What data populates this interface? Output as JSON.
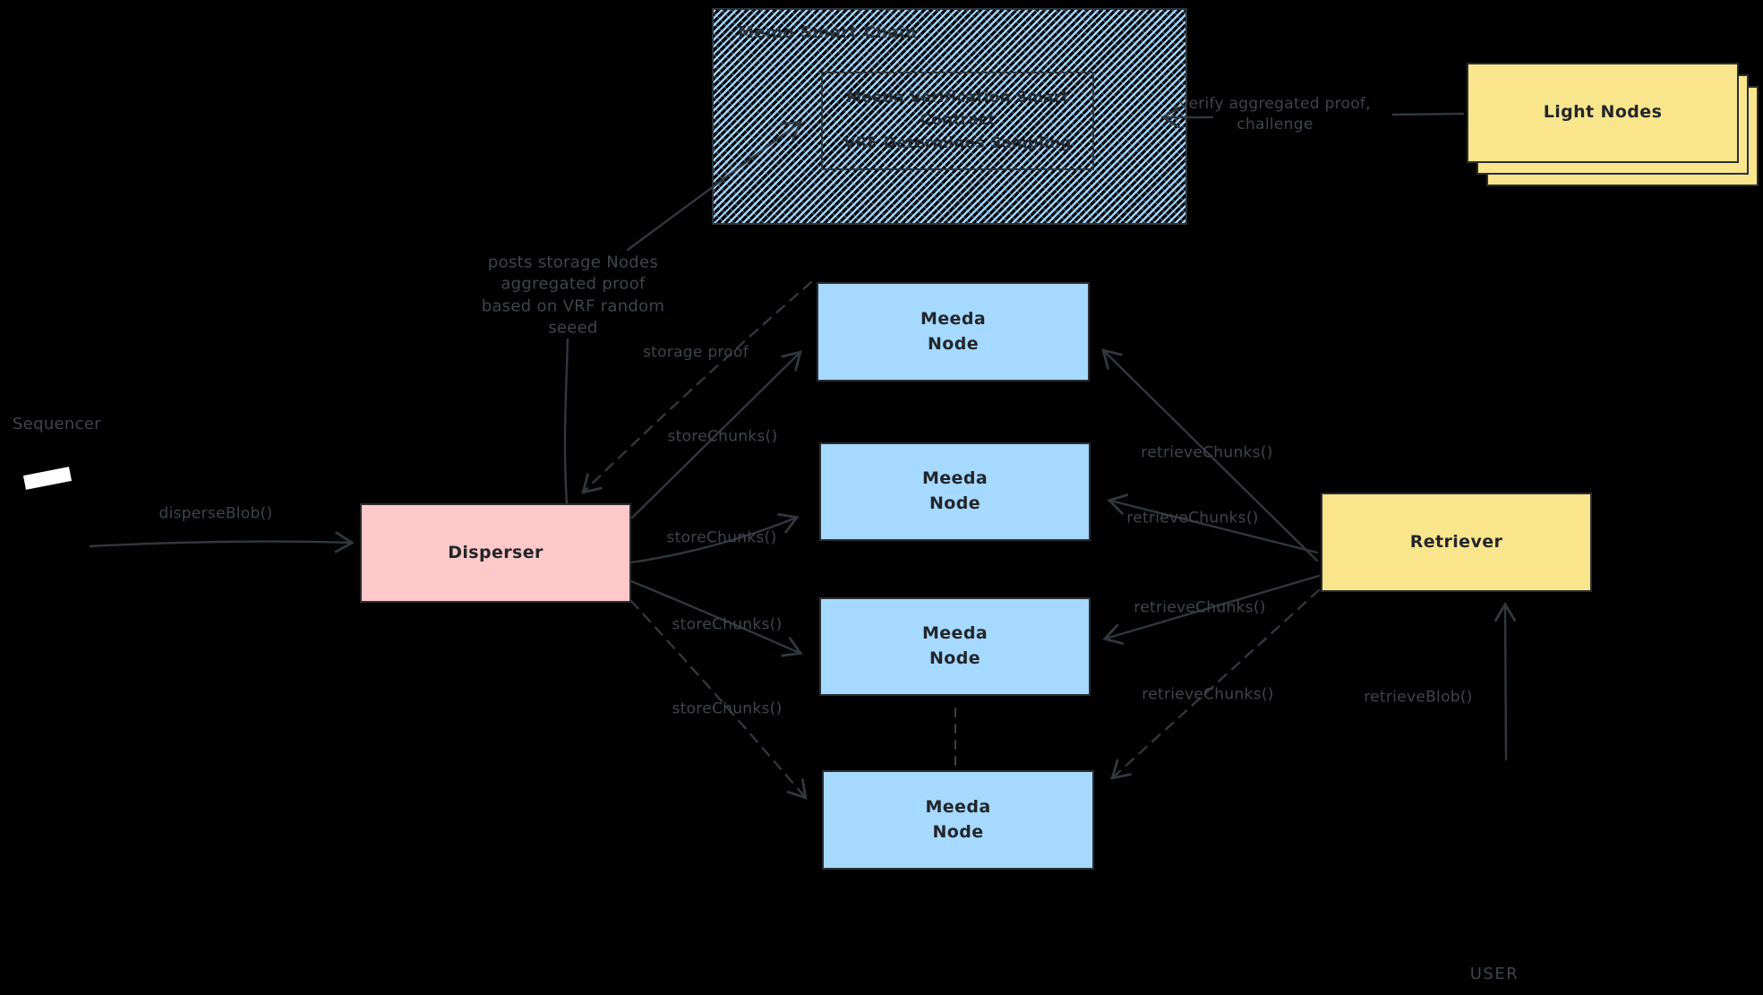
{
  "colors": {
    "background": "#000000",
    "ink_lines": "#31373d",
    "ink_labels": "#3e454c",
    "blue_fill": "#a6d9ff",
    "pink_fill": "#ffc9c9",
    "yellow_fill": "#f9e58c",
    "sequencer_icon": "#ffffff"
  },
  "chain": {
    "title": "Memo Smart Chain",
    "contract": "Meeda Verification Smart\nContract\nVRF Determines Sampling"
  },
  "nodes": {
    "disperser": "Disperser",
    "meeda_node": "Meeda\nNode",
    "retriever": "Retriever",
    "light_nodes": "Light Nodes"
  },
  "actors": {
    "sequencer": "Sequencer",
    "user": "USER"
  },
  "edges": {
    "disperse_blob": "disperseBlob()",
    "store_chunks": "storeChunks()",
    "retrieve_chunks": "retrieveChunks()",
    "retrieve_blob": "retrieveBlob()",
    "storage_proof": "storage proof",
    "posts_proof": "posts storage Nodes\naggregated proof\nbased on VRF random\nseeed",
    "verify": "verify aggregated proof,\nchallenge"
  }
}
